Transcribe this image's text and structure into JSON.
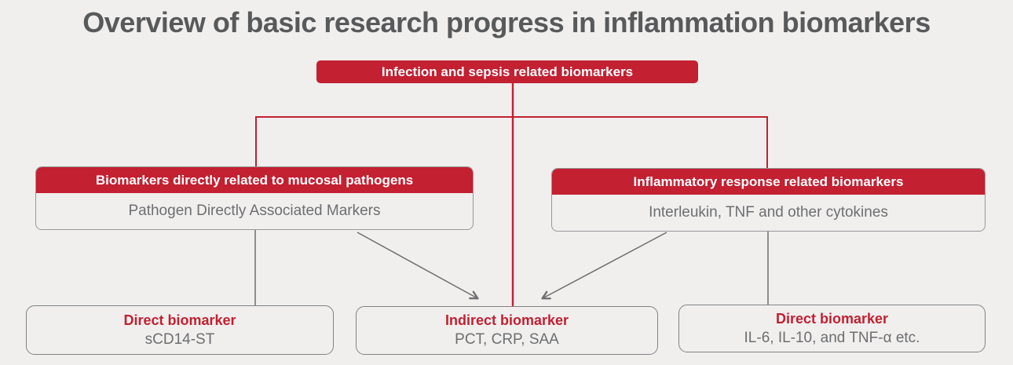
{
  "title": "Overview of basic research progress in inflammation biomarkers",
  "colors": {
    "accent_red": "#c32031",
    "title_gray": "#58595b",
    "body_text_gray": "#6d6e71",
    "line_gray": "#6d6e71",
    "border_gray": "#808285",
    "background": "#f0efee",
    "node_text_white": "#ffffff"
  },
  "root_node": {
    "label": "Infection and sepsis related biomarkers"
  },
  "branches": [
    {
      "header": "Biomarkers directly related to mucosal pathogens",
      "body": "Pathogen Directly Associated Markers"
    },
    {
      "header": "Inflammatory response related biomarkers",
      "body": "Interleukin, TNF and other cytokines"
    }
  ],
  "leaf_nodes": [
    {
      "title": "Direct biomarker",
      "value": "sCD14-ST"
    },
    {
      "title": "Indirect biomarker",
      "value": "PCT, CRP, SAA"
    },
    {
      "title": "Direct biomarker",
      "value": "IL-6, IL-10, and TNF-α etc."
    }
  ]
}
